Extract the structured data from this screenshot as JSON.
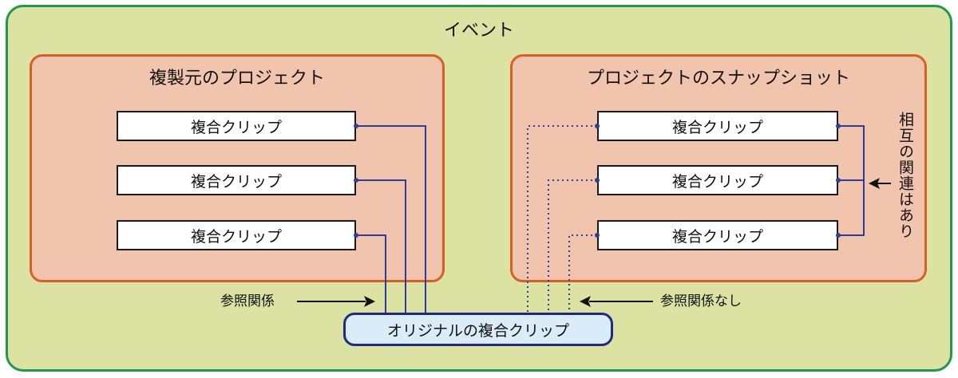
{
  "colors": {
    "event_fill": "#dce3a2",
    "event_border": "#1f9a4a",
    "project_fill": "#f0c4ad",
    "project_border": "#d75f25",
    "original_fill": "#d9ecf8",
    "original_border": "#1e2a86",
    "connector": "#2b3f9a"
  },
  "event": {
    "title": "イベント"
  },
  "source_project": {
    "title": "複製元のプロジェクト",
    "clips": [
      "複合クリップ",
      "複合クリップ",
      "複合クリップ"
    ]
  },
  "snapshot_project": {
    "title": "プロジェクトのスナップショット",
    "clips": [
      "複合クリップ",
      "複合クリップ",
      "複合クリップ"
    ],
    "interrelation_label": "相互の関連はあり"
  },
  "labels": {
    "reference": "参照関係",
    "no_reference": "参照関係なし"
  },
  "original_clip": {
    "label": "オリジナルの複合クリップ"
  }
}
